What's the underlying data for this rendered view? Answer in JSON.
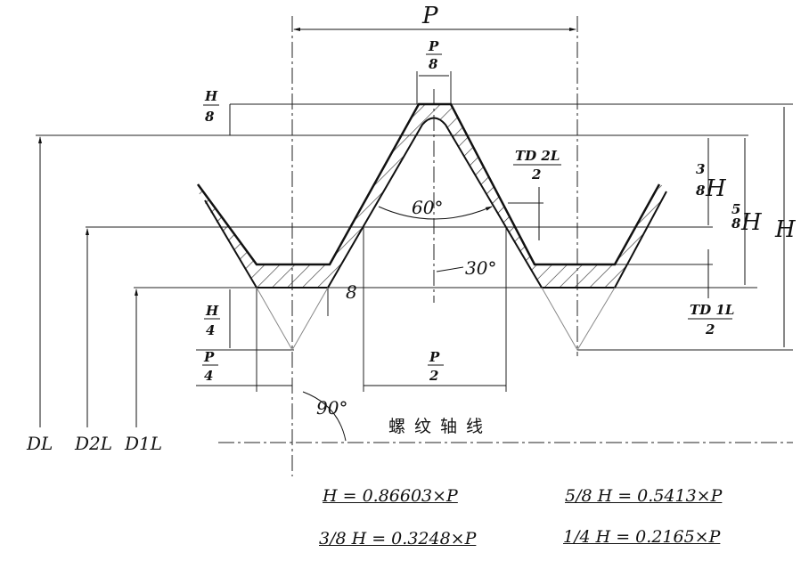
{
  "labels": {
    "P": "P",
    "P8_num": "P",
    "P8_den": "8",
    "H8_num": "H",
    "H8_den": "8",
    "TD2L_num": "TD 2L",
    "TD2L_den": "2",
    "angle60": "60°",
    "angle30": "30°",
    "three_eighths_num": "3",
    "three_eighths_den": "8",
    "three_eighths_H": "H",
    "five_eighths_num": "5",
    "five_eighths_den": "8",
    "five_eighths_H": "H",
    "H": "H",
    "TD1L_num": "TD 1L",
    "TD1L_den": "2",
    "H4_num": "H",
    "H4_den": "4",
    "P4_num": "P",
    "P4_den": "4",
    "P2_num": "P",
    "P2_den": "2",
    "angle90": "90°",
    "stray8": "8",
    "DL": "DL",
    "D2L": "D2L",
    "D1L": "D1L",
    "axis": "螺纹轴线"
  },
  "formulas": [
    "H = 0.86603×P",
    "5/8 H = 0.5413×P",
    "3/8 H = 0.3248×P",
    "1/4 H = 0.2165×P"
  ]
}
